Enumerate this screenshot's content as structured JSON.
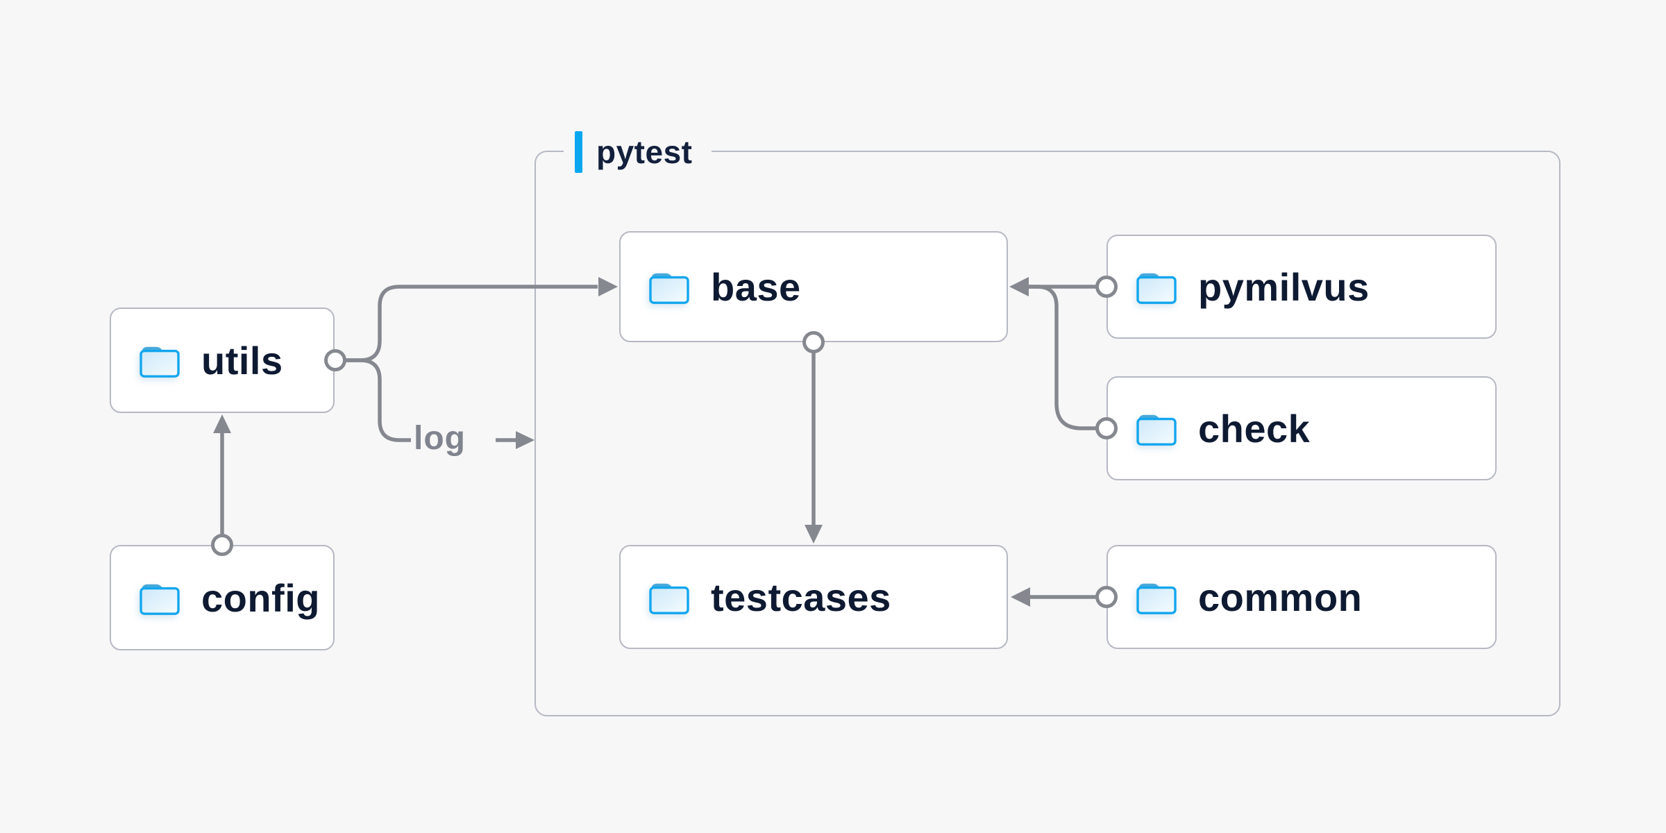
{
  "diagram": {
    "group_label": "pytest",
    "edge_label": "log",
    "nodes": {
      "utils": {
        "label": "utils"
      },
      "config": {
        "label": "config"
      },
      "base": {
        "label": "base"
      },
      "testcases": {
        "label": "testcases"
      },
      "pymilvus": {
        "label": "pymilvus"
      },
      "check": {
        "label": "check"
      },
      "common": {
        "label": "common"
      }
    },
    "colors": {
      "background": "#f7f7f8",
      "accent_blue": "#0aa7ef",
      "folder_border_blue": "#12a6ee",
      "folder_tab_blue": "#48a8da",
      "wire_gray": "#85888f",
      "box_border_gray": "#b6b8c3",
      "text_dark": "#0e1a31",
      "edge_label_gray": "#80848e"
    }
  }
}
